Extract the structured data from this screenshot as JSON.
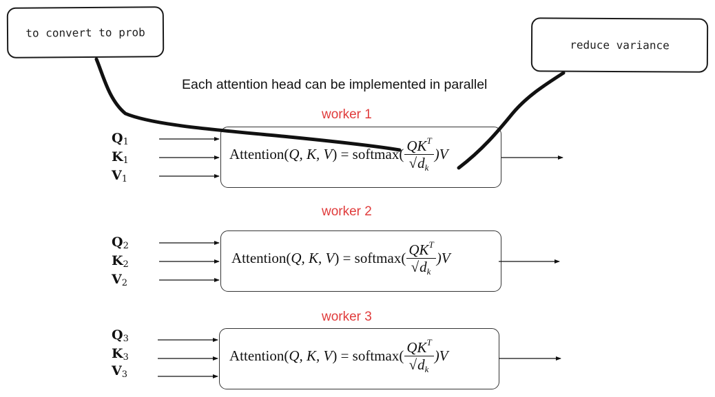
{
  "notes": {
    "convert": "to convert to prob",
    "variance": "reduce variance"
  },
  "title": "Each attention head can be implemented in parallel",
  "colors": {
    "worker_label": "#e03c3c",
    "stroke": "#1a1a1a"
  },
  "formula": {
    "lhs": "Attention(",
    "args": "Q, K, V",
    "rhs": ") = softmax(",
    "numerator": "QK",
    "numerator_sup": "T",
    "denominator": "d",
    "denominator_sub": "k",
    "tail": ")V"
  },
  "workers": [
    {
      "label": "worker 1",
      "inputs": [
        {
          "letter": "Q",
          "sub": "1"
        },
        {
          "letter": "K",
          "sub": "1"
        },
        {
          "letter": "V",
          "sub": "1"
        }
      ]
    },
    {
      "label": "worker 2",
      "inputs": [
        {
          "letter": "Q",
          "sub": "2"
        },
        {
          "letter": "K",
          "sub": "2"
        },
        {
          "letter": "V",
          "sub": "2"
        }
      ]
    },
    {
      "label": "worker 3",
      "inputs": [
        {
          "letter": "Q",
          "sub": "3"
        },
        {
          "letter": "K",
          "sub": "3"
        },
        {
          "letter": "V",
          "sub": "3"
        }
      ]
    }
  ]
}
